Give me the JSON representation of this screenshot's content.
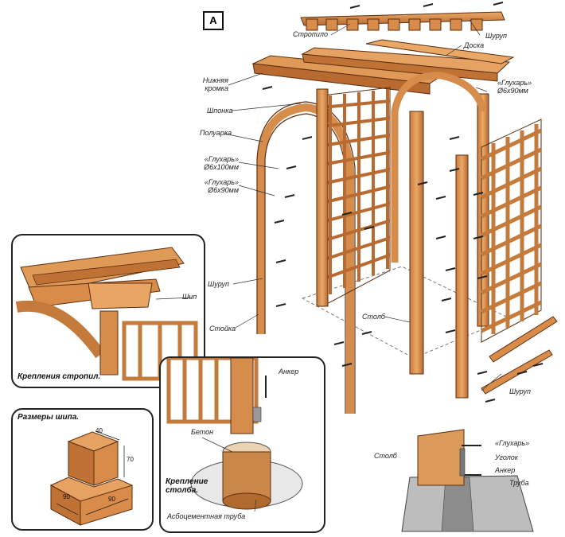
{
  "diagram_label": "A",
  "main": {
    "rafter": "Стропило",
    "screw_top": "Шуруп",
    "board": "Доска",
    "lower_edge": "Нижняя кромка",
    "lag_right": "«Глухарь» Ø6х90мм",
    "key": "Шпонка",
    "half_arch": "Полуарка",
    "lag_100": "«Глухарь» Ø6х100мм",
    "lag_90": "«Глухарь» Ø6х90мм",
    "screw_mid": "Шуруп",
    "stand": "Стойка",
    "post": "Столб",
    "screw_right": "Шуруп"
  },
  "inset_rafters": {
    "tenon": "Шип",
    "caption": "Крепления стропил."
  },
  "inset_tenon": {
    "caption": "Размеры шипа.",
    "dim_40": "40",
    "dim_70": "70",
    "dim_90_left": "90",
    "dim_90_right": "90"
  },
  "inset_post": {
    "anchor": "Анкер",
    "concrete": "Бетон",
    "caption": "Крепление столба.",
    "pipe": "Асбоцементная труба"
  },
  "detail_base": {
    "post": "Столб",
    "lag": "«Глухарь»",
    "corner": "Уголок",
    "anchor": "Анкер",
    "pipe": "Труба"
  },
  "colors": {
    "wood_light": "#e8a466",
    "wood_mid": "#c8783a",
    "wood_dark": "#8a4a1e",
    "line": "#5a2e10"
  }
}
